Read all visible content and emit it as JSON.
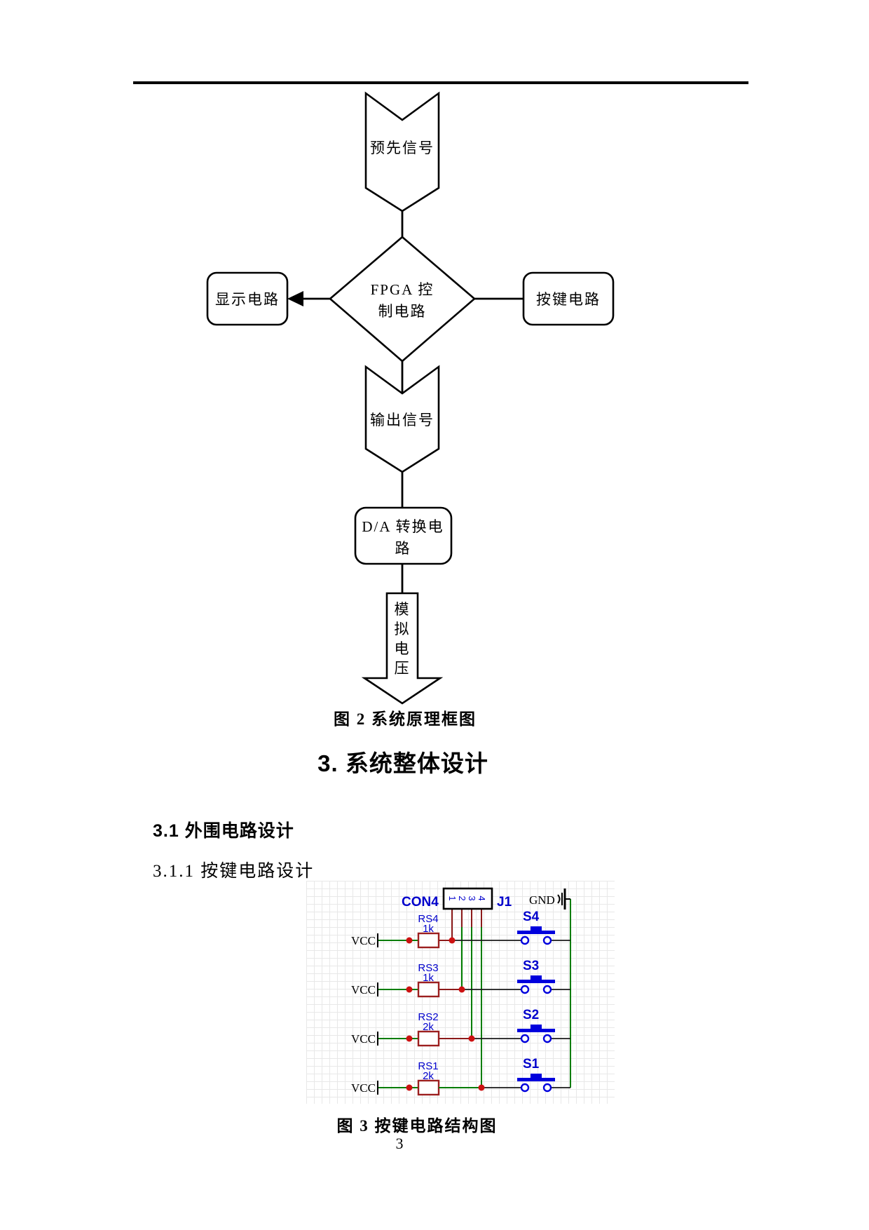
{
  "figure2": {
    "caption": "图 2 系统原理框图",
    "preset_signal": "预先信号",
    "fpga_label_line1": "FPGA 控",
    "fpga_label_line2": "制电路",
    "display_circuit": "显示电路",
    "button_circuit": "按键电路",
    "output_signal": "输出信号",
    "da_label_line1": "D/A 转换电",
    "da_label_line2": "路",
    "analog_voltage": "模拟电压",
    "analog_voltage_chars": [
      "模",
      "拟",
      "电",
      "压"
    ]
  },
  "section": {
    "h1": "3. 系统整体设计",
    "h2": "3.1 外围电路设计",
    "h3": "3.1.1 按键电路设计"
  },
  "figure3": {
    "caption": "图 3 按键电路结构图",
    "connector_label": "CON4",
    "connector_designator": "J1",
    "pins": [
      "1",
      "2",
      "3",
      "4"
    ],
    "gnd": "GND",
    "rows": [
      {
        "vcc": "VCC",
        "resistor": "RS4",
        "value": "1k",
        "switch": "S4"
      },
      {
        "vcc": "VCC",
        "resistor": "RS3",
        "value": "1k",
        "switch": "S3"
      },
      {
        "vcc": "VCC",
        "resistor": "RS2",
        "value": "2k",
        "switch": "S2"
      },
      {
        "vcc": "VCC",
        "resistor": "RS1",
        "value": "2k",
        "switch": "S1"
      }
    ],
    "colors": {
      "wire_green": "#007d00",
      "wire_red": "#8c1a1a",
      "junction": "#cc1111",
      "label_blue": "#0000cc",
      "switch_blue": "#0000dd",
      "resistor_outline": "#9c1f1f"
    }
  },
  "page_number": "3"
}
